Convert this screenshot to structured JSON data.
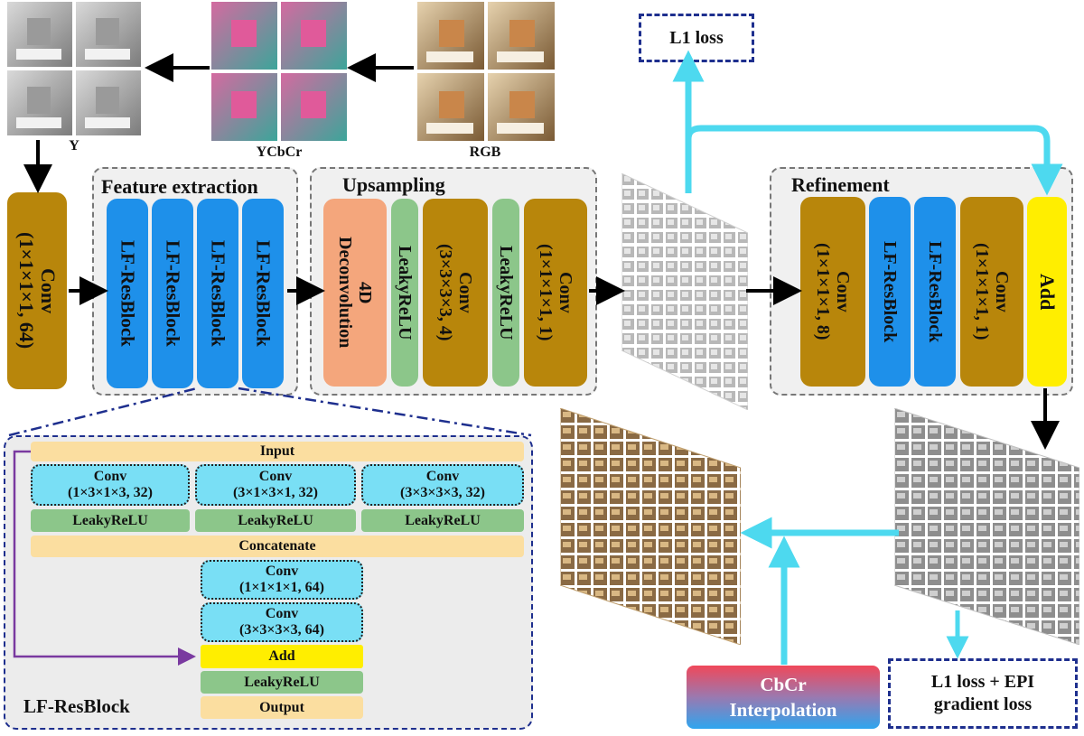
{
  "images": {
    "y_label": "Y",
    "ycbcr_label": "YCbCr",
    "rgb_label": "RGB"
  },
  "blocks": {
    "conv_first": "Conv\n(1×1×1×1, 64)",
    "feature_title": "Feature extraction",
    "lf_resblock": "LF-ResBlock",
    "upsampling_title": "Upsampling",
    "deconv": "4D\nDeconvolution",
    "leaky": "LeakyReLU",
    "conv_up1": "Conv\n(3×3×3×3, 4)",
    "conv_up2": "Conv\n(1×1×1×1, 1)",
    "refinement_title": "Refinement",
    "conv_ref1": "Conv\n(1×1×1×1, 8)",
    "conv_ref2": "Conv\n(1×1×1×1, 1)",
    "add": "Add"
  },
  "loss": {
    "top": "L1 loss",
    "bottom_line1": "L1 loss + EPI",
    "bottom_line2": "gradient loss"
  },
  "cbcr": {
    "line1": "CbCr",
    "line2": "Interpolation"
  },
  "detail": {
    "title": "LF-ResBlock",
    "input": "Input",
    "convs": [
      {
        "title": "Conv",
        "params": "(1×3×1×3, 32)"
      },
      {
        "title": "Conv",
        "params": "(3×1×3×1, 32)"
      },
      {
        "title": "Conv",
        "params": "(3×3×3×3, 32)"
      }
    ],
    "leaky": "LeakyReLU",
    "concatenate": "Concatenate",
    "conv_a": {
      "title": "Conv",
      "params": "(1×1×1×1, 64)"
    },
    "conv_b": {
      "title": "Conv",
      "params": "(3×3×3×3, 64)"
    },
    "add": "Add",
    "output": "Output"
  },
  "colors": {
    "conv": "#b8860b",
    "lf_resblock": "#1e90ea",
    "leaky": "#8cc68a",
    "deconv": "#f4a67c",
    "add": "#ffee00",
    "cyan_arrow": "#4dd9ef",
    "loss_border": "#1e2f8e",
    "skip_arrow": "#7a3aa0"
  }
}
